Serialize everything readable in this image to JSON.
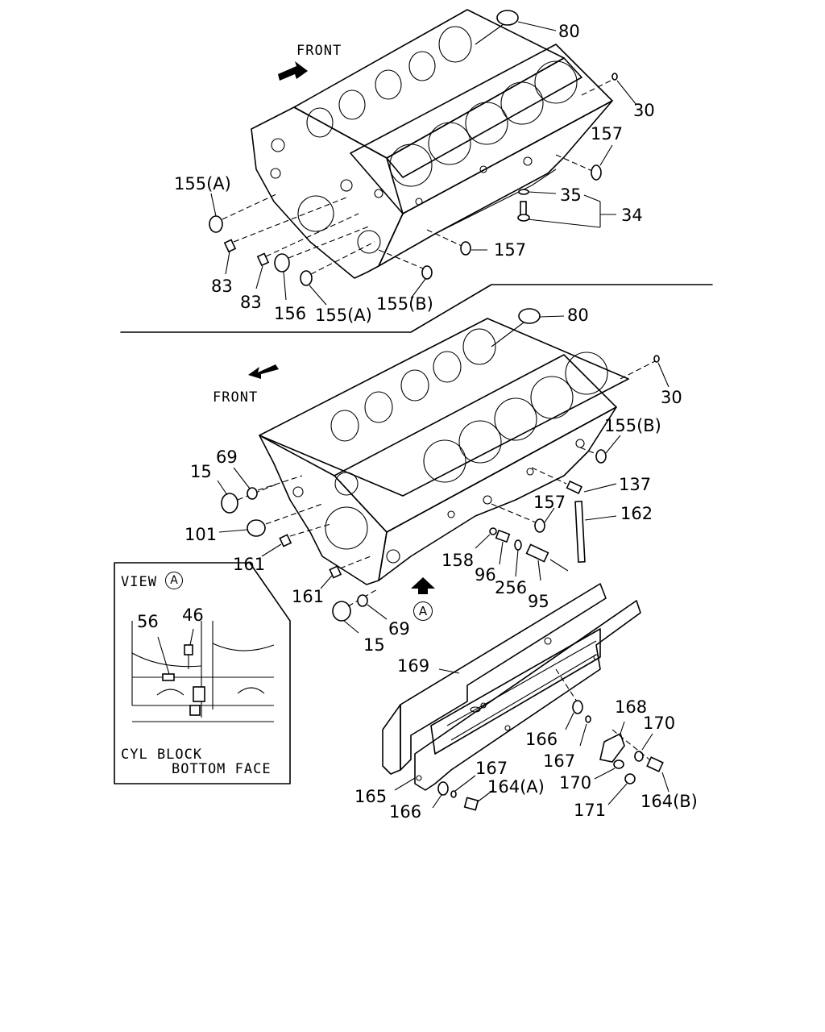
{
  "views": {
    "upper": {
      "front_label": "FRONT"
    },
    "lower": {
      "front_label": "FRONT"
    }
  },
  "callouts": {
    "upper": [
      "80",
      "30",
      "157",
      "155(A)",
      "35",
      "34",
      "157",
      "83",
      "83",
      "156",
      "155(A)",
      "155(B)"
    ],
    "lower": [
      "80",
      "30",
      "155(B)",
      "69",
      "15",
      "137",
      "157",
      "162",
      "101",
      "158",
      "161",
      "96",
      "256",
      "95",
      "161",
      "69",
      "15"
    ],
    "gaskets": [
      "169",
      "166",
      "168",
      "170",
      "167",
      "170",
      "165",
      "166",
      "167",
      "164(A)",
      "171",
      "164(B)"
    ]
  },
  "marker": {
    "symbol": "A"
  },
  "inset": {
    "view_label": "VIEW",
    "view_marker": "A",
    "callouts": [
      "56",
      "46"
    ],
    "caption_line1": "CYL BLOCK",
    "caption_line2": "BOTTOM FACE"
  }
}
